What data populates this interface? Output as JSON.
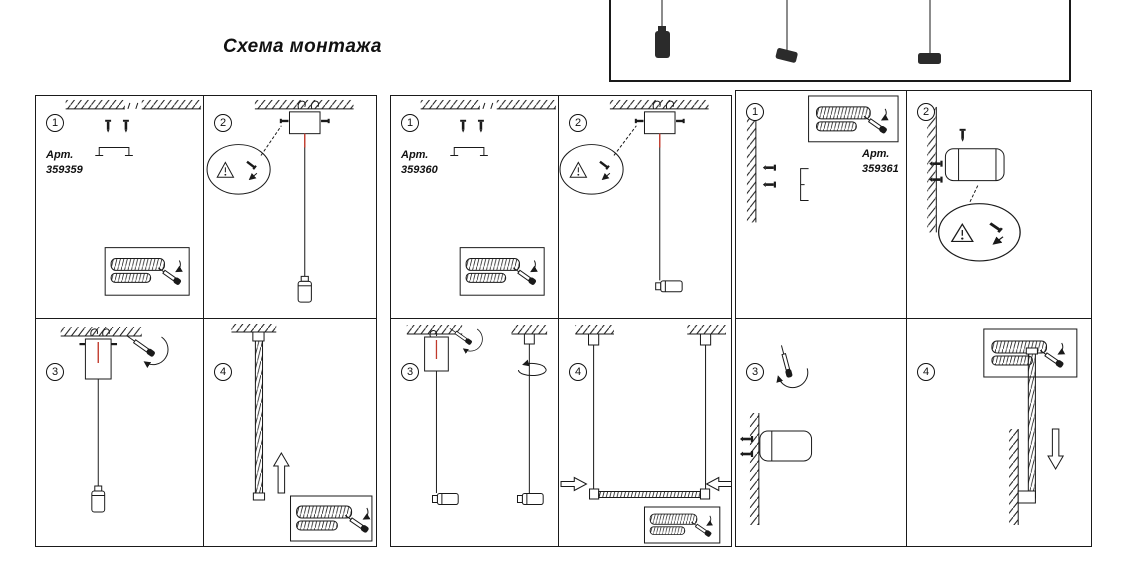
{
  "title": "Схема монтажа",
  "panels": [
    {
      "art_label": "Арт.",
      "art_number": "359359",
      "steps": [
        {
          "num": "1"
        },
        {
          "num": "2"
        },
        {
          "num": "3"
        },
        {
          "num": "4"
        }
      ]
    },
    {
      "art_label": "Арт.",
      "art_number": "359360",
      "steps": [
        {
          "num": "1"
        },
        {
          "num": "2"
        },
        {
          "num": "3"
        },
        {
          "num": "4"
        }
      ]
    },
    {
      "art_label": "Арт.",
      "art_number": "359361",
      "steps": [
        {
          "num": "1"
        },
        {
          "num": "2"
        },
        {
          "num": "3"
        },
        {
          "num": "4"
        }
      ]
    }
  ]
}
